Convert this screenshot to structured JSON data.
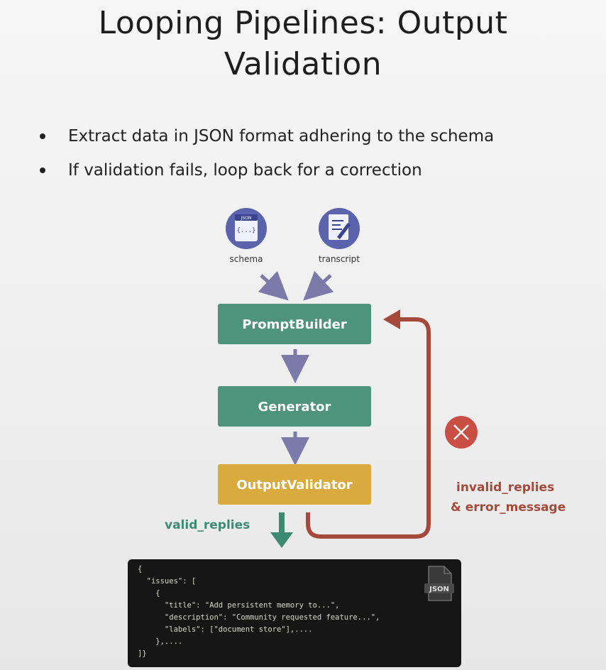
{
  "slide": {
    "title_line1": "Looping Pipelines: Output",
    "title_line2": "Validation",
    "bullets": [
      "Extract data in JSON format adhering to the schema",
      "If validation fails, loop back for a correction"
    ]
  },
  "diagram": {
    "inputs": {
      "schema": {
        "label": "schema",
        "icon_tag": "JSON",
        "icon_glyph": "{...}"
      },
      "transcript": {
        "label": "transcript"
      }
    },
    "nodes": {
      "prompt_builder": "PromptBuilder",
      "generator": "Generator",
      "output_validator": "OutputValidator"
    },
    "edges": {
      "valid": "valid_replies",
      "invalid_line1": "invalid_replies",
      "invalid_line2": "& error_message"
    },
    "colors": {
      "node_green": "#4e937c",
      "node_gold": "#d9ab3e",
      "arrow_purple": "#7b7aa8",
      "loop_red": "#a5493b",
      "valid_green": "#3d8a73",
      "icon_blue": "#5a63ab"
    }
  },
  "code_block": {
    "badge": "JSON",
    "lines": [
      "{",
      "  \"issues\": [",
      "    {",
      "      \"title\": \"Add persistent memory to...\",",
      "      \"description\": \"Community requested feature...\",",
      "      \"labels\": [\"document store\"],....",
      "    },....",
      "]}"
    ]
  }
}
